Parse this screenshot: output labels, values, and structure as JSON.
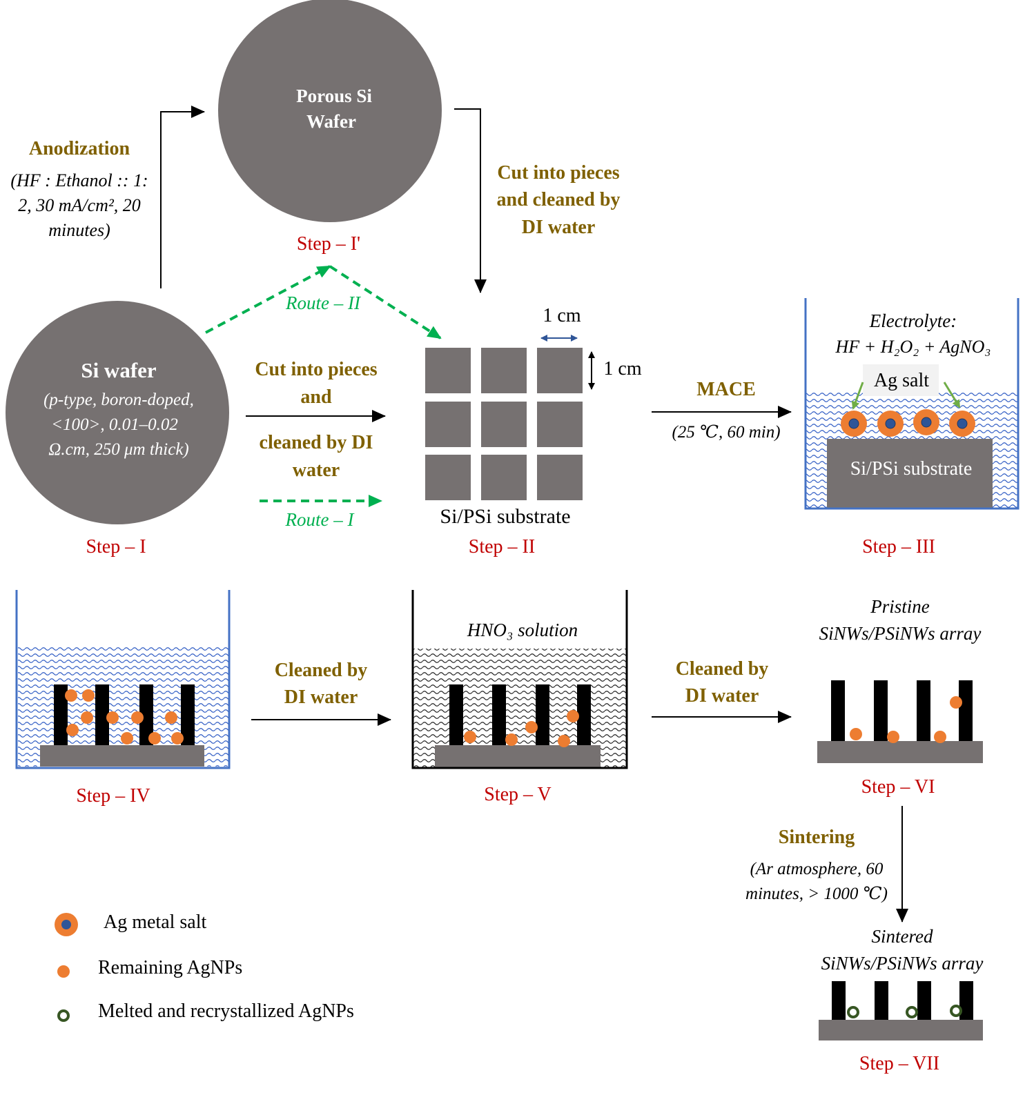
{
  "wafer": {
    "title": "Si wafer",
    "desc1": "(p-type, boron-doped,",
    "desc2": "<100>, 0.01–0.02",
    "desc3": "Ω.cm, 250 μm thick)",
    "step": "Step – I"
  },
  "porous": {
    "line1": "Porous Si",
    "line2": "Wafer",
    "step": "Step – I'"
  },
  "anodization": {
    "title": "Anodization",
    "line1": "(HF : Ethanol :: 1:",
    "line2": "2, 30 mA/cm², 20",
    "line3": "minutes)"
  },
  "cut_top": {
    "line1": "Cut into pieces",
    "line2": "and cleaned by",
    "line3": "DI water"
  },
  "cut_mid": {
    "line1": "Cut into pieces",
    "line2": "and",
    "line3": "cleaned by DI",
    "line4": "water"
  },
  "routes": {
    "route1": "Route – I",
    "route2": "Route – II"
  },
  "substrate": {
    "dim_h": "1 cm",
    "dim_v": "1 cm",
    "label": "Si/PSi substrate",
    "step": "Step – II"
  },
  "mace": {
    "title": "MACE",
    "cond": "(25 ℃, 60 min)"
  },
  "step3": {
    "electrolyte": "Electrolyte:",
    "formula": "HF + H₂O₂ + AgNO₃",
    "ag_salt": "Ag salt",
    "substrate": "Si/PSi substrate",
    "step": "Step – III"
  },
  "step4": {
    "step": "Step – IV"
  },
  "clean1": {
    "line1": "Cleaned by",
    "line2": "DI water"
  },
  "step5": {
    "solution": "HNO₃ solution",
    "step": "Step – V"
  },
  "clean2": {
    "line1": "Cleaned by",
    "line2": "DI water"
  },
  "step6": {
    "line1": "Pristine",
    "line2": "SiNWs/PSiNWs array",
    "step": "Step – VI"
  },
  "sintering": {
    "title": "Sintering",
    "line1": "(Ar atmosphere, 60",
    "line2": "minutes, > 1000 ℃)"
  },
  "step7": {
    "line1": "Sintered",
    "line2": "SiNWs/PSiNWs array",
    "step": "Step – VII"
  },
  "legend": {
    "item1": "Ag metal  salt",
    "item2": "Remaining AgNPs",
    "item3": "Melted and recrystallized AgNPs"
  },
  "colors": {
    "wafer": "#767171",
    "gold": "#7f6000",
    "red": "#c00000",
    "green": "#00b050",
    "blue_border": "#4472c4",
    "orange": "#ed7d31",
    "dark_blue": "#2f5597",
    "ring_green": "#375623"
  }
}
